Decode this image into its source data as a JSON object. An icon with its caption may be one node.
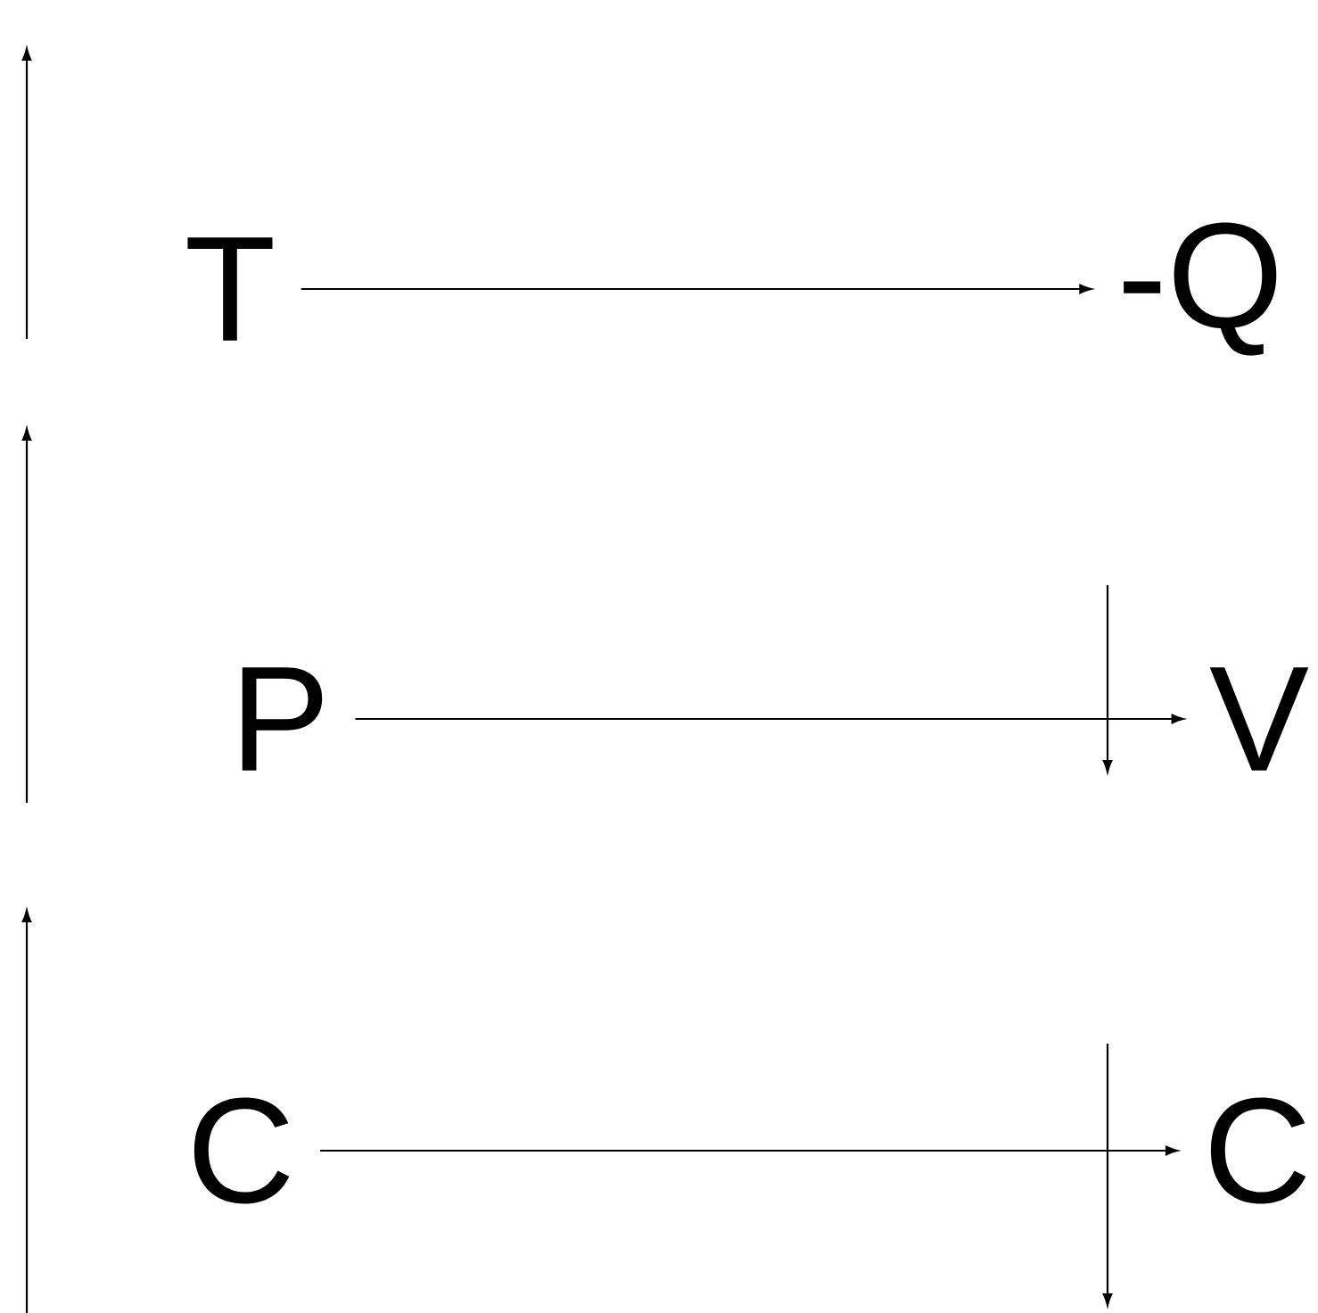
{
  "diagram": {
    "nodes": [
      {
        "text": [
          "T"
        ]
      },
      {
        "text": [
          "-Q"
        ]
      },
      {
        "text": [
          "P"
        ]
      },
      {
        "text": [
          "V"
        ]
      },
      {
        "text": [
          "C"
        ]
      },
      {
        "text": [
          "C"
        ]
      }
    ],
    "edges": [
      {
        "from": 0,
        "to": 1,
        "arrow": "to"
      },
      {
        "from": 2,
        "to": 3,
        "arrow": "to"
      },
      {
        "from": 4,
        "to": 5,
        "arrow": "to"
      }
    ]
  }
}
